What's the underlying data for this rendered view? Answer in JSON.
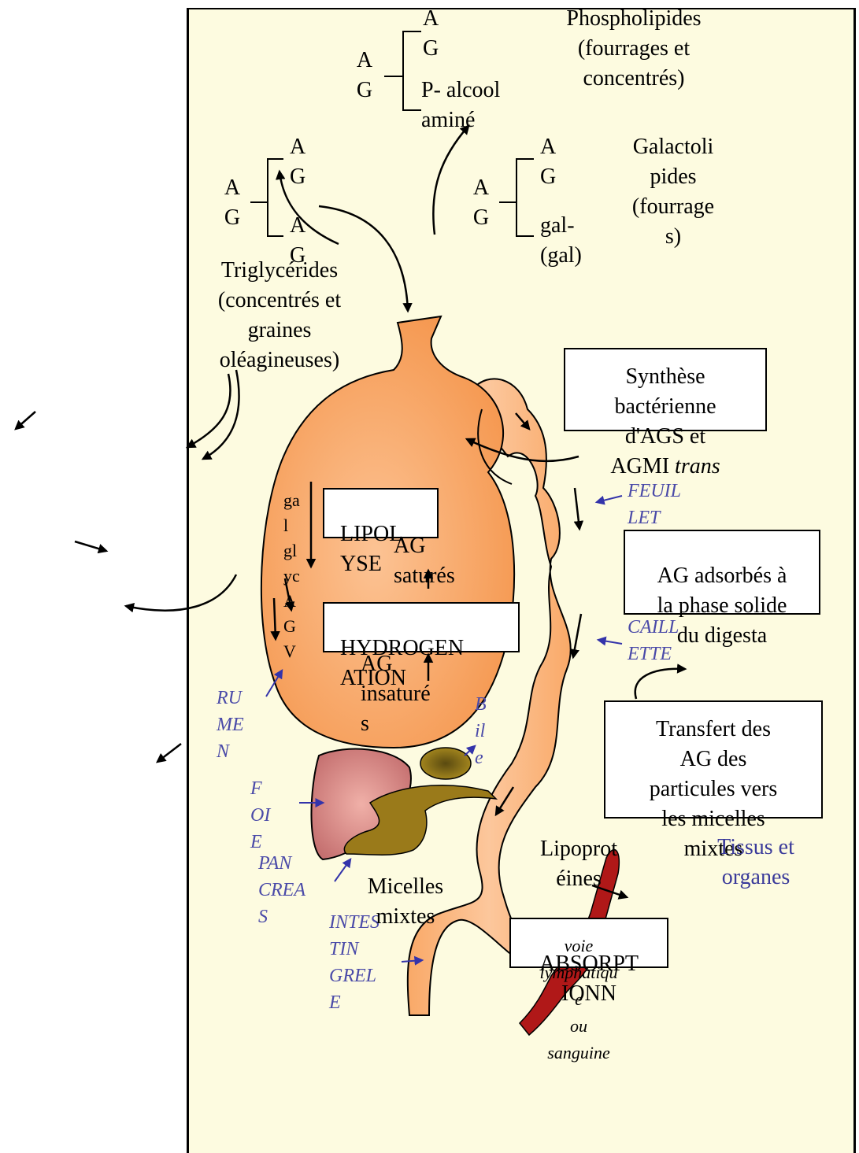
{
  "colors": {
    "panel": "#fdfbe0",
    "rumen": "#f7a866",
    "intestine": "#fbbc84",
    "liver": "#d98a8a",
    "pancreas": "#9a7a1a",
    "blood": "#b01818",
    "blue_arrow": "#3333aa"
  },
  "phospholipides": {
    "ag_left": "A\nG",
    "branch": [
      "A\nG",
      "P- alcool\naminé"
    ],
    "label": "Phospholipides\n(fourrages et\nconcentrés)"
  },
  "triglycerides": {
    "ag_left": "A\nG",
    "branch": [
      "A\nG",
      "A\nG"
    ],
    "label": "Triglycérides\n(concentrés et\ngraines\noléagineuses)"
  },
  "galactolipides": {
    "ag_left": "A\nG",
    "branch": [
      "A\nG",
      "gal-\n(gal)"
    ],
    "label": "Galactoli\npides\n(fourrage\ns)"
  },
  "boxes": {
    "synthese": "Synthèse\nbactérienne\nd'AGS et\nAGMI",
    "synthese_italic": "trans",
    "lipolyse": "LIPOL\nYSE",
    "hydrogenation": "HYDROGEN\nATION",
    "adsorbes": "AG adsorbés à\nla phase solide\ndu digesta",
    "transfert": "Transfert des\nAG des\nparticules vers\nles micelles\nmixtes",
    "absorption": "ABSORPT\nIONN"
  },
  "rumen_texts": {
    "ag_satures": "AG\nsaturés",
    "ag_insatures": "AG\ninsaturé\ns",
    "gal_gly_agv": "ga\nl\ngl\nyc\nA\nG\nV"
  },
  "organ_labels": {
    "feuillet": "FEUIL\nLET",
    "caillette": "CAILL\nETTE",
    "rumen": "RU\nME\nN",
    "bile": "B\nil\ne",
    "foie": "F\nOI\nE",
    "pancreas": "PAN\nCREA\nS",
    "intestin": "INTES\nTIN\nGREL\nE"
  },
  "other_texts": {
    "micelles": "Micelles\nmixtes",
    "lipoproteines": "Lipoprot\néines",
    "voie": "voie\nlymphatiqu\ne\nou\nsanguine",
    "tissus": "Tissus et\norganes"
  }
}
